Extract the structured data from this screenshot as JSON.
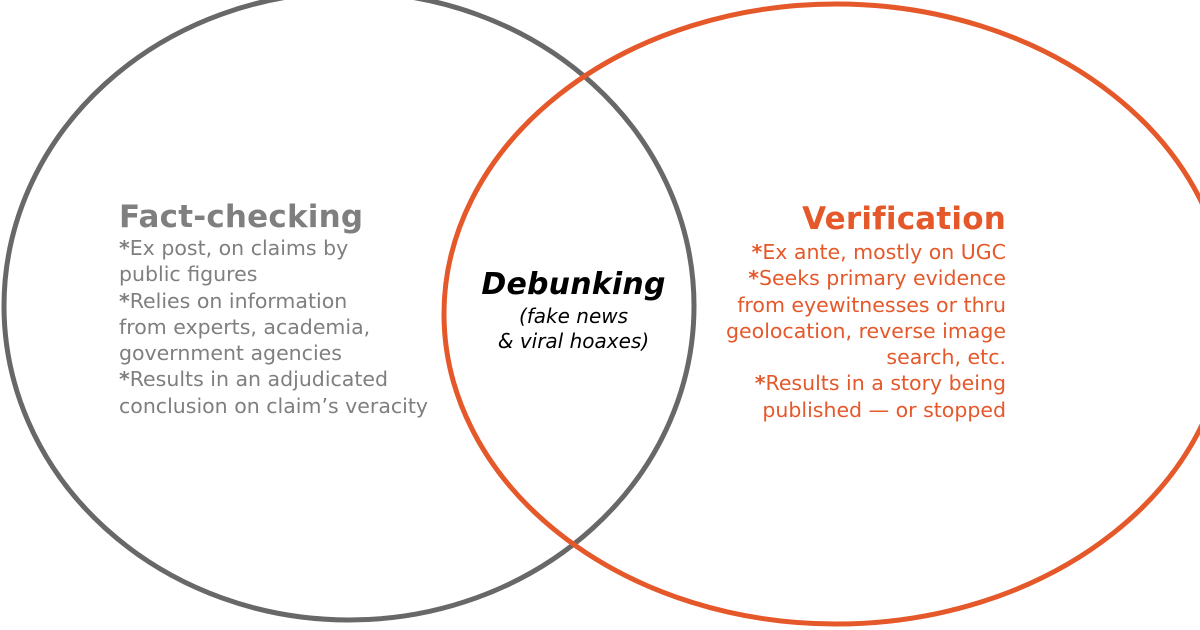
{
  "colors": {
    "left_circle": "#686868",
    "right_circle": "#e5582a",
    "left_text": "#7f7f7f",
    "right_text": "#e5582a",
    "center_text": "#000000"
  },
  "left": {
    "title": "Fact-checking",
    "lines": [
      {
        "star": "*",
        "text": "Ex post, on claims by"
      },
      {
        "star": "",
        "text": "public figures"
      },
      {
        "star": "*",
        "text": "Relies on information"
      },
      {
        "star": "",
        "text": "from experts, academia,"
      },
      {
        "star": "",
        "text": "government agencies"
      },
      {
        "star": "*",
        "text": "Results in an adjudicated"
      },
      {
        "star": "",
        "text": "conclusion on claim’s veracity"
      }
    ]
  },
  "center": {
    "title": "Debunking",
    "lines": [
      "(fake news",
      "& viral hoaxes)"
    ]
  },
  "right": {
    "title": "Verification",
    "lines": [
      {
        "star": "*",
        "text": "Ex ante, mostly on UGC"
      },
      {
        "star": "*",
        "text": "Seeks primary evidence"
      },
      {
        "star": "",
        "text": "from eyewitnesses or thru"
      },
      {
        "star": "",
        "text": "geolocation, reverse image"
      },
      {
        "star": "",
        "text": "search, etc."
      },
      {
        "star": "*",
        "text": "Results in a story being"
      },
      {
        "star": "",
        "text": "published — or stopped"
      }
    ]
  }
}
